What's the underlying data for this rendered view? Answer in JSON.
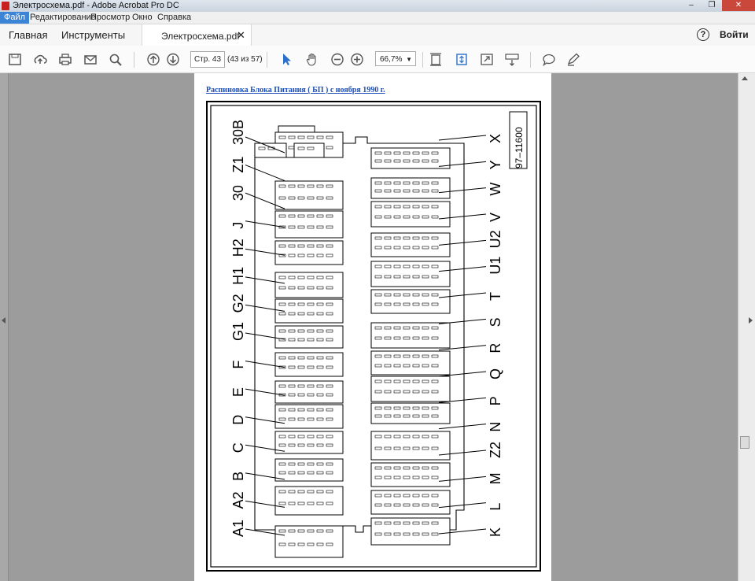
{
  "window": {
    "title": "Электросхема.pdf - Adobe Acrobat Pro DC",
    "min": "‒",
    "max": "❐",
    "close": "✕"
  },
  "menu": [
    "Файл",
    "Редактирование",
    "Просмотр",
    "Окно",
    "Справка"
  ],
  "tabs": {
    "home": "Главная",
    "tools": "Инструменты",
    "document": "Электросхема.pdf",
    "close": "✕",
    "signin": "Войти",
    "help": "?"
  },
  "toolbar": {
    "page_value": "Стр. 43",
    "page_count": "(43 из 57)",
    "zoom": "66,7%"
  },
  "document": {
    "heading": "Распиновка Блока Питания ( БП ) с ноября 1990 г.",
    "code": "97–11600",
    "left_labels": [
      "30B",
      "Z1",
      "30",
      "J",
      "H2",
      "H1",
      "G2",
      "G1",
      "F",
      "E",
      "D",
      "C",
      "B",
      "A2",
      "A1"
    ],
    "right_labels": [
      "X",
      "Y",
      "W",
      "V",
      "U2",
      "U1",
      "T",
      "S",
      "R",
      "Q",
      "P",
      "N",
      "Z2",
      "M",
      "L",
      "K"
    ]
  },
  "colors": {
    "accent": "#3b84d6",
    "link": "#1e4fb8",
    "close": "#c9473b",
    "app_icon": "#c8201e"
  }
}
